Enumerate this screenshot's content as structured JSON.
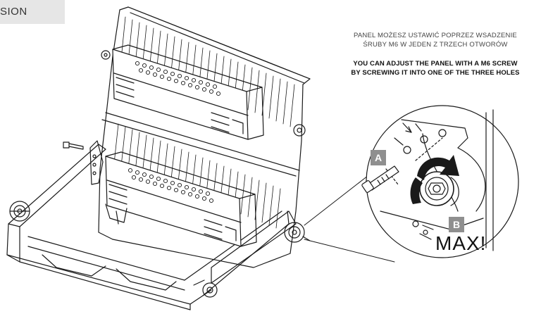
{
  "header": {
    "version_tab": "SION"
  },
  "instructions": {
    "polish_line1": "PANEL MOŻESZ USTAWIĆ  POPRZEZ WSADZENIE",
    "polish_line2": "ŚRUBY M6 W JEDEN Z TRZECH OTWORÓW",
    "english_line1": "YOU CAN ADJUST THE PANEL WITH A M6 SCREW",
    "english_line2": "BY SCREWING IT INTO ONE OF THE THREE HOLES"
  },
  "detail": {
    "label_a": "A",
    "label_b": "B",
    "max_label": "MAX!"
  },
  "colors": {
    "label_box": "#8f8f8f",
    "line_art": "#1a1a1a",
    "tab_background": "#e6e6e6"
  },
  "icons": {
    "rotation": "curved-arrow-clockwise-icon",
    "screw": "m6-screw-icon"
  }
}
